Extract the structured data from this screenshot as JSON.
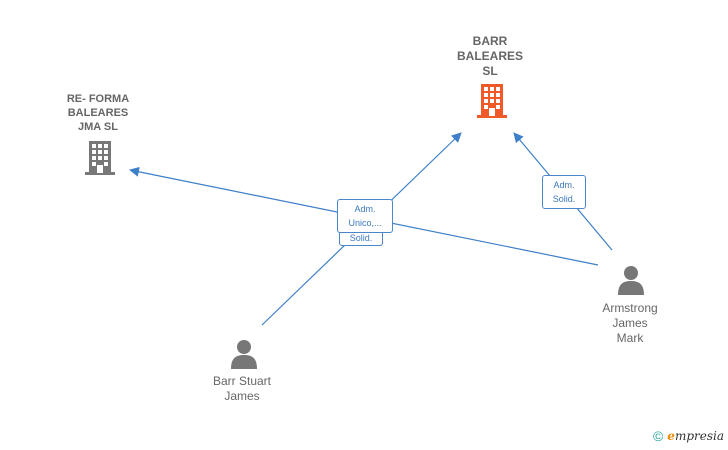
{
  "nodes": {
    "barr_baleares": {
      "label": "BARR\nBALEARES\nSL",
      "color": "#f05a28"
    },
    "reforma_baleares": {
      "label": "RE- FORMA\nBALEARES\nJMA  SL",
      "color": "#777777"
    },
    "armstrong": {
      "label": "Armstrong\nJames\nMark"
    },
    "barr_stuart": {
      "label": "Barr Stuart\nJames"
    }
  },
  "edges": {
    "badge_back": {
      "label": "Solid."
    },
    "badge_front": {
      "line1": "Adm.",
      "line2": "Unico,..."
    },
    "badge_right": {
      "line1": "Adm.",
      "line2": "Solid."
    }
  },
  "footer": {
    "copyright": "©",
    "brand_initial": "e",
    "brand_rest": "mpresia"
  },
  "colors": {
    "edge": "#3d7fc9"
  }
}
